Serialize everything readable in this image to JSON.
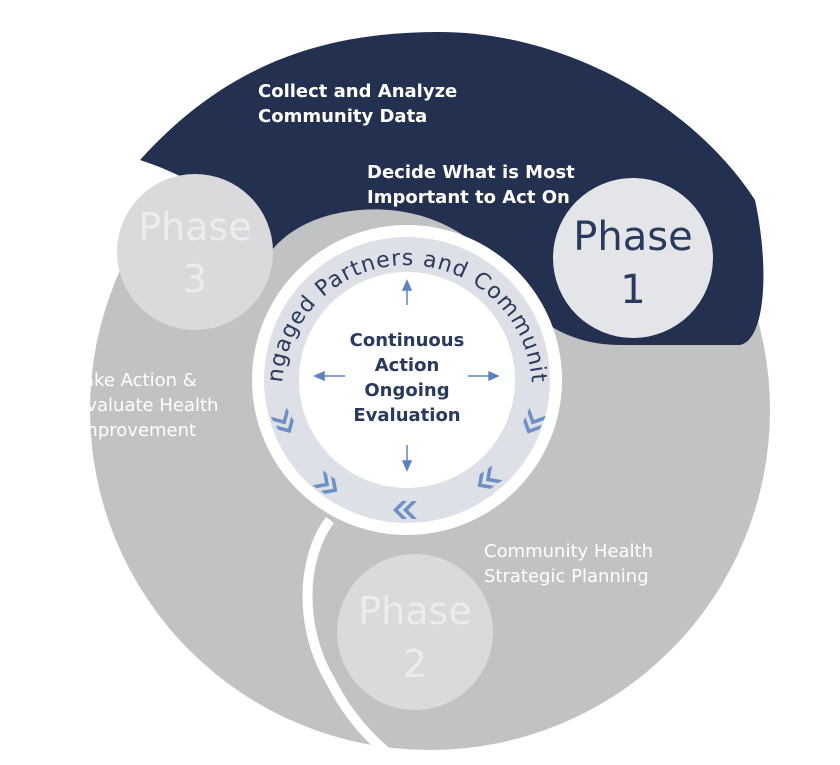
{
  "phases": [
    {
      "label_word": "Phase",
      "label_number": "1",
      "color": "#1f3050"
    },
    {
      "label_word": "Phase",
      "label_number": "2",
      "color": "#d6d6d8"
    },
    {
      "label_word": "Phase",
      "label_number": "3",
      "color": "#d6d6d8"
    }
  ],
  "phase1_steps": [
    {
      "lines": [
        "Collect and Analyze",
        "Community Data"
      ]
    },
    {
      "lines": [
        "Decide What is Most",
        "Important to Act On"
      ]
    }
  ],
  "phase2_text": {
    "lines": [
      "Community Health",
      "Strategic Planning"
    ]
  },
  "phase3_text": {
    "lines": [
      "Take Action &",
      "Evaluate Health",
      "Improvement"
    ]
  },
  "ring_label": "Engaged Partners and Community",
  "center_text": {
    "lines": [
      "Continuous",
      "Action",
      "Ongoing",
      "Evaluation"
    ]
  },
  "colors": {
    "navy": "#23304f",
    "gray_band": "#c1c2c4",
    "phase_circle_gray": "#dadadc",
    "phase_circle_light": "#e4e5e9",
    "ring": "#dde0e6",
    "chevron": "#6c8fc7",
    "arrow": "#5d82c2"
  }
}
